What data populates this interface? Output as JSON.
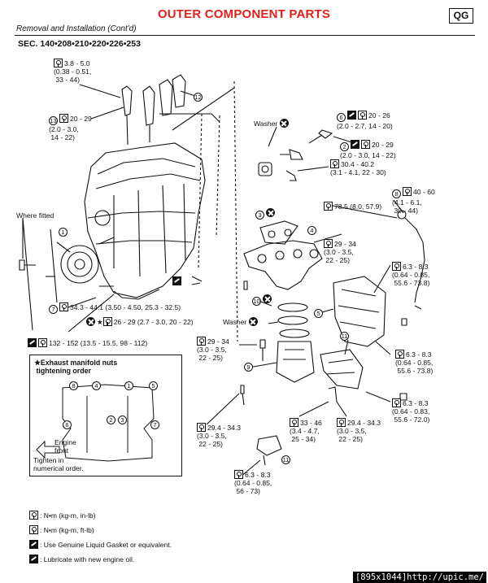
{
  "header": {
    "title": "OUTER COMPONENT PARTS",
    "badge": "QG",
    "subtitle": "Removal and Installation (Cont'd)",
    "section": "SEC. 140•208•210•220•226•253"
  },
  "callouts": {
    "c1": "3.8 - 5.0\n(0.38 - 0.51,\n 33 - 44)",
    "c2": "20 - 29\n(2.0 - 3.0,\n 14 - 22)",
    "c3": "20 - 26\n(2.0 - 2.7, 14 - 20)",
    "c4": "20 - 29\n(2.0 - 3.0, 14 - 22)",
    "c5": "30.4 - 40.2\n(3.1 - 4.1, 22 - 30)",
    "c6": "40 - 60\n(4.1 - 6.1,\n 30 - 44)",
    "c7": "78.5 (8.0, 57.9)",
    "c8": "29 - 34\n(3.0 - 3.5,\n 22 - 25)",
    "c9": "6.3 - 8.3\n(0.64 - 0.85,\n 55.6 - 73.8)",
    "c10": "34.3 - 44.1 (3.50 - 4.50, 25.3 - 32.5)",
    "c11": "26 - 29 (2.7 - 3.0, 20 - 22)",
    "c12": "132 - 152 (13.5 - 15.5, 98 - 112)",
    "c13": "29 - 34\n(3.0 - 3.5,\n 22 - 25)",
    "c14": "6.3 - 8.3\n(0.64 - 0.85,\n 55.6 - 73.8)",
    "c15": "6.3 - 8.3\n(0.64 - 0.83,\n 55.6 - 72.0)",
    "c16": "33 - 46\n(3.4 - 4.7,\n 25 - 34)",
    "c17": "29.4 - 34.3\n(3.0 - 3.5,\n 22 - 25)",
    "c18": "29.4 - 34.3\n(3.0 - 3.5,\n 22 - 25)",
    "c19": "6.3 - 8.3\n(0.64 - 0.85,\n 56 - 73)"
  },
  "labels": {
    "where_fitted": "Where fitted",
    "washer_top": "Washer",
    "washer_mid": "Washer"
  },
  "item_numbers": {
    "n1": "1",
    "n2": "2",
    "n3": "3",
    "n4": "4",
    "n5": "5",
    "n6": "6",
    "n7": "7",
    "n8": "8",
    "n9": "9",
    "n10": "10",
    "n11": "11",
    "n12": "12",
    "n13": "13",
    "n11b": "11"
  },
  "inset": {
    "title": "★Exhaust manifold nuts\n tightening order",
    "engine_front": "Engine\nfront",
    "tighten": "Tighten in\nnumerical order.",
    "order": [
      "8",
      "4",
      "1",
      "5",
      "6",
      "2",
      "3",
      "7"
    ]
  },
  "legend": {
    "row1": ": N•m (kg-m, in-lb)",
    "row2": ": N•m (kg-m, ft-lb)",
    "row3": ": Use Genuine Liquid Gasket or equivalent.",
    "row4": ": Lubricate with new engine oil."
  },
  "watermark": "[895x1044]http://upic.me/"
}
